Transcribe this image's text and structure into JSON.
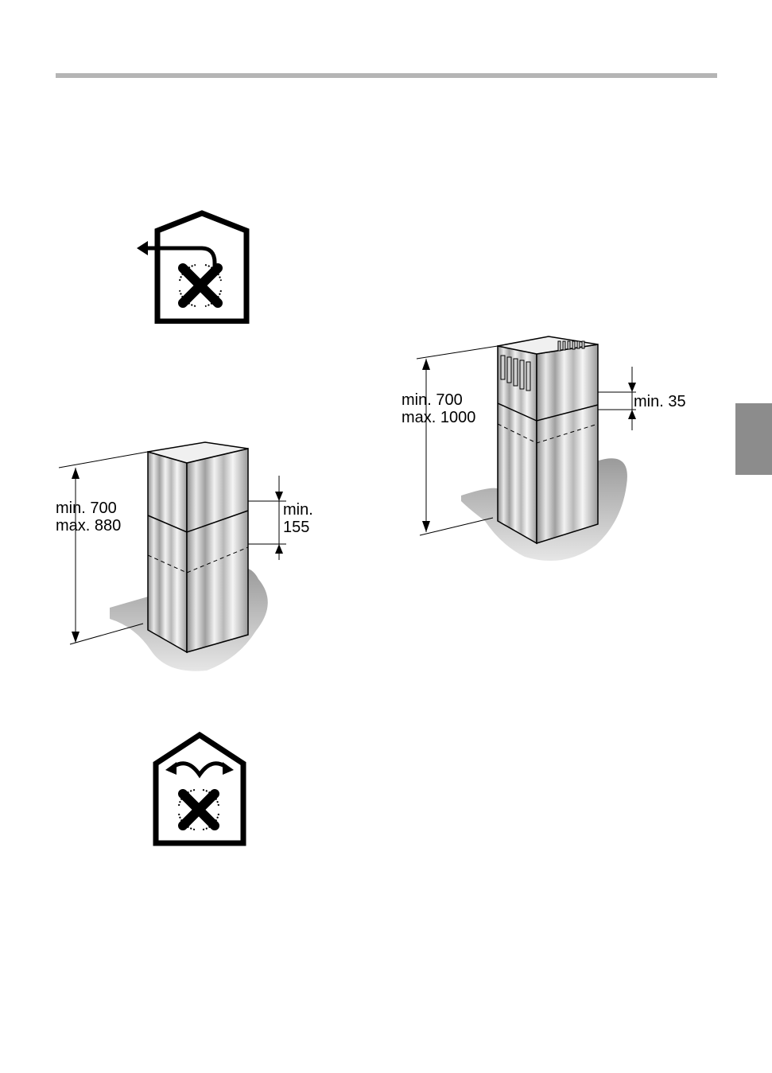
{
  "figure_a": {
    "height_min": "min. 700",
    "height_max": "max. 880",
    "overlap_line1": "min.",
    "overlap_line2": "155"
  },
  "figure_b": {
    "height_min": "min. 700",
    "height_max": "max. 1000",
    "overlap": "min. 35"
  },
  "icons": {
    "exhaust_air_mode": "house-exhaust-air-icon",
    "recirculation_mode": "house-recirculation-icon"
  },
  "colors": {
    "rule": "#b5b5b5",
    "side_tab": "#8c8c8c"
  }
}
